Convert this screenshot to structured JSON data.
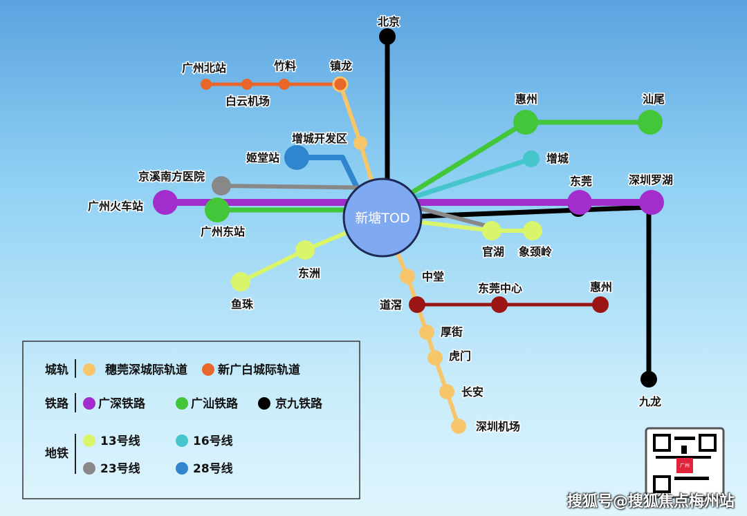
{
  "center": "新塘TOD",
  "stations": {
    "guangzhou_north": "广州北站",
    "baiyun_airport": "白云机场",
    "zhuliao": "竹料",
    "zhenlong": "镇龙",
    "zengcheng_dev": "增城开发区",
    "beijing": "北京",
    "huizhou": "惠州",
    "shanwei": "汕尾",
    "zengcheng": "增城",
    "jitang": "姬堂站",
    "jingxi": "京溪南方医院",
    "guangzhou_rail": "广州火车站",
    "guangzhou_east": "广州东站",
    "dongguan": "东莞",
    "shenzhen_luohu": "深圳罗湖",
    "guanhu": "官湖",
    "xiangjingling": "象颈岭",
    "dongzhou": "东洲",
    "yuzhu": "鱼珠",
    "zhongtang": "中堂",
    "daojiao": "道滘",
    "dongguan_center": "东莞中心",
    "huizhou2": "惠州",
    "houjie": "厚街",
    "humen": "虎门",
    "changan": "长安",
    "shenzhen_airport": "深圳机场",
    "kowloon": "九龙"
  },
  "legend": {
    "groups": [
      {
        "title": "城轨",
        "items": [
          {
            "label": "穗莞深城际轨道",
            "color": "#f7c56a"
          },
          {
            "label": "新广白城际轨道",
            "color": "#e8662a"
          }
        ]
      },
      {
        "title": "铁路",
        "items": [
          {
            "label": "广深铁路",
            "color": "#a22ccc"
          },
          {
            "label": "广汕铁路",
            "color": "#44c63a"
          },
          {
            "label": "京九铁路",
            "color": "#000000"
          }
        ]
      },
      {
        "title": "地铁",
        "items": [
          {
            "label": "13号线",
            "color": "#d9f56a"
          },
          {
            "label": "16号线",
            "color": "#45c6cc"
          },
          {
            "label": "23号线",
            "color": "#888888"
          },
          {
            "label": "28号线",
            "color": "#2f86cf"
          }
        ]
      }
    ]
  },
  "watermark": "搜狐号@搜狐焦点梅州站",
  "qr_logo": "广州"
}
